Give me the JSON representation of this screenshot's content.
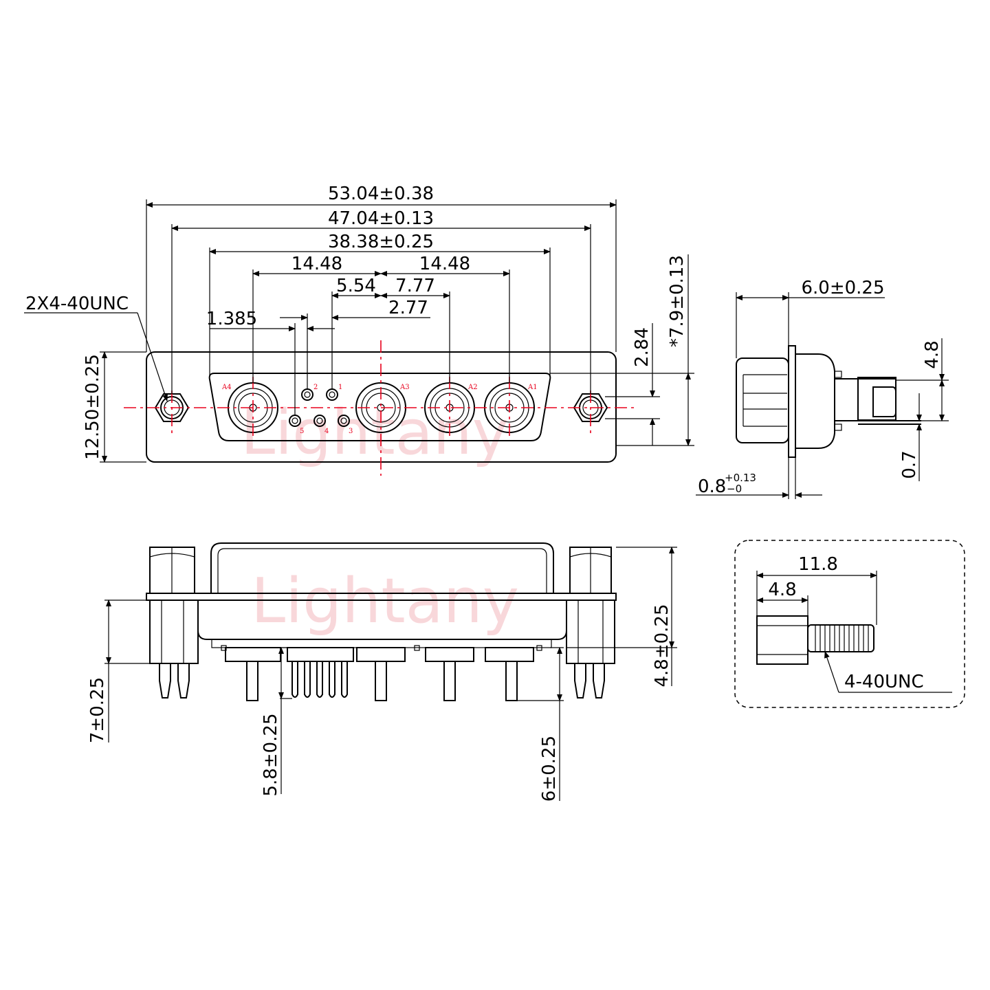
{
  "watermark": "Lightany",
  "front_view": {
    "dims": {
      "overall": "53.04±0.38",
      "mount": "47.04±0.13",
      "shell": "38.38±0.25",
      "left_pitch": "14.48",
      "right_pitch": "14.48",
      "sig_offset": "5.54",
      "a2_offset": "7.77",
      "sig_pitch": "2.77",
      "sig_small": "1.385",
      "height": "12.50±0.25",
      "row_offset": "2.84",
      "depth": "*7.9±0.13"
    },
    "hole_callout": "2X4-40UNC",
    "contacts": [
      "A4",
      "A3",
      "A2",
      "A1"
    ],
    "signals": [
      "1",
      "2",
      "3",
      "4",
      "5"
    ]
  },
  "side_view": {
    "dims": {
      "length": "6.0±0.25",
      "pin_span": "4.8",
      "pin_gap": "0.7",
      "flange_base": "0.8",
      "flange_plus": "+0.13",
      "flange_minus": "−0"
    }
  },
  "bottom_view": {
    "dims": {
      "left_pin": "7±0.25",
      "signal_pin": "5.8±0.25",
      "power_pin": "6±0.25",
      "body_height": "4.8±0.25"
    }
  },
  "screw_detail": {
    "dims": {
      "total": "11.8",
      "hex": "4.8"
    },
    "thread": "4-40UNC"
  }
}
